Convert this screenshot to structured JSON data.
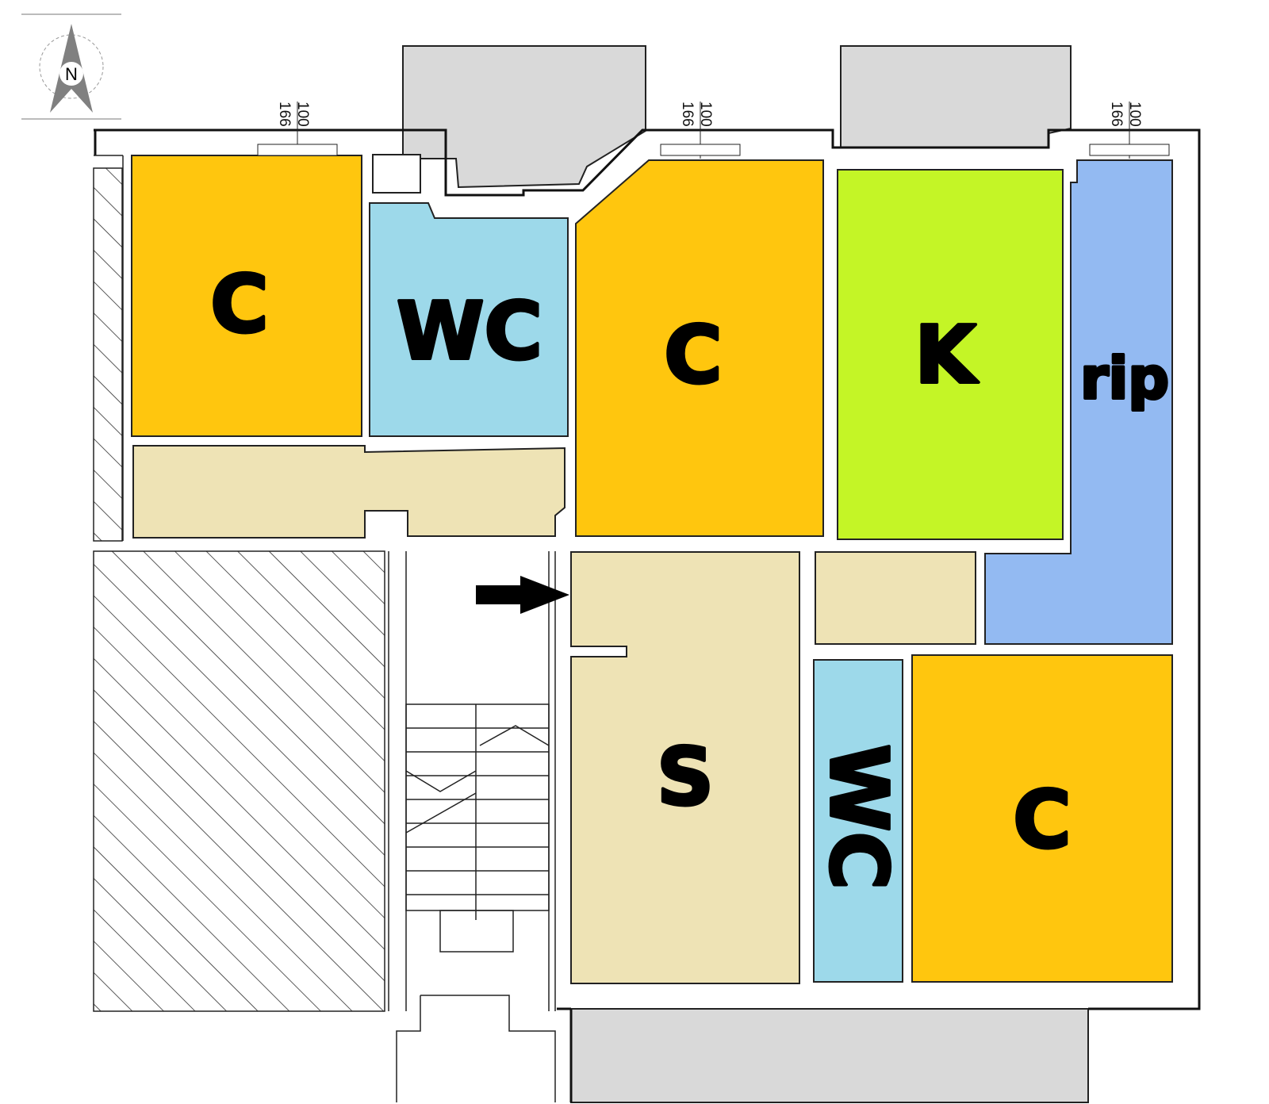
{
  "compass": {
    "letter": "N"
  },
  "window_dims": [
    {
      "width": "166",
      "height": "100"
    },
    {
      "width": "166",
      "height": "100"
    },
    {
      "width": "166",
      "height": "100"
    }
  ],
  "rooms": {
    "c_nw": "C",
    "wc_n": "WC",
    "c_n": "C",
    "k": "K",
    "rip": "rip",
    "s": "S",
    "wc_s": "WC",
    "c_se": "C"
  },
  "colors": {
    "camera": "#FFC60E",
    "bagno": "#9DD9EA",
    "cucina": "#C4F526",
    "ripostiglio": "#93BAF2",
    "soggiorno": "#EEE3B5",
    "balcone": "#D9D9D9"
  }
}
